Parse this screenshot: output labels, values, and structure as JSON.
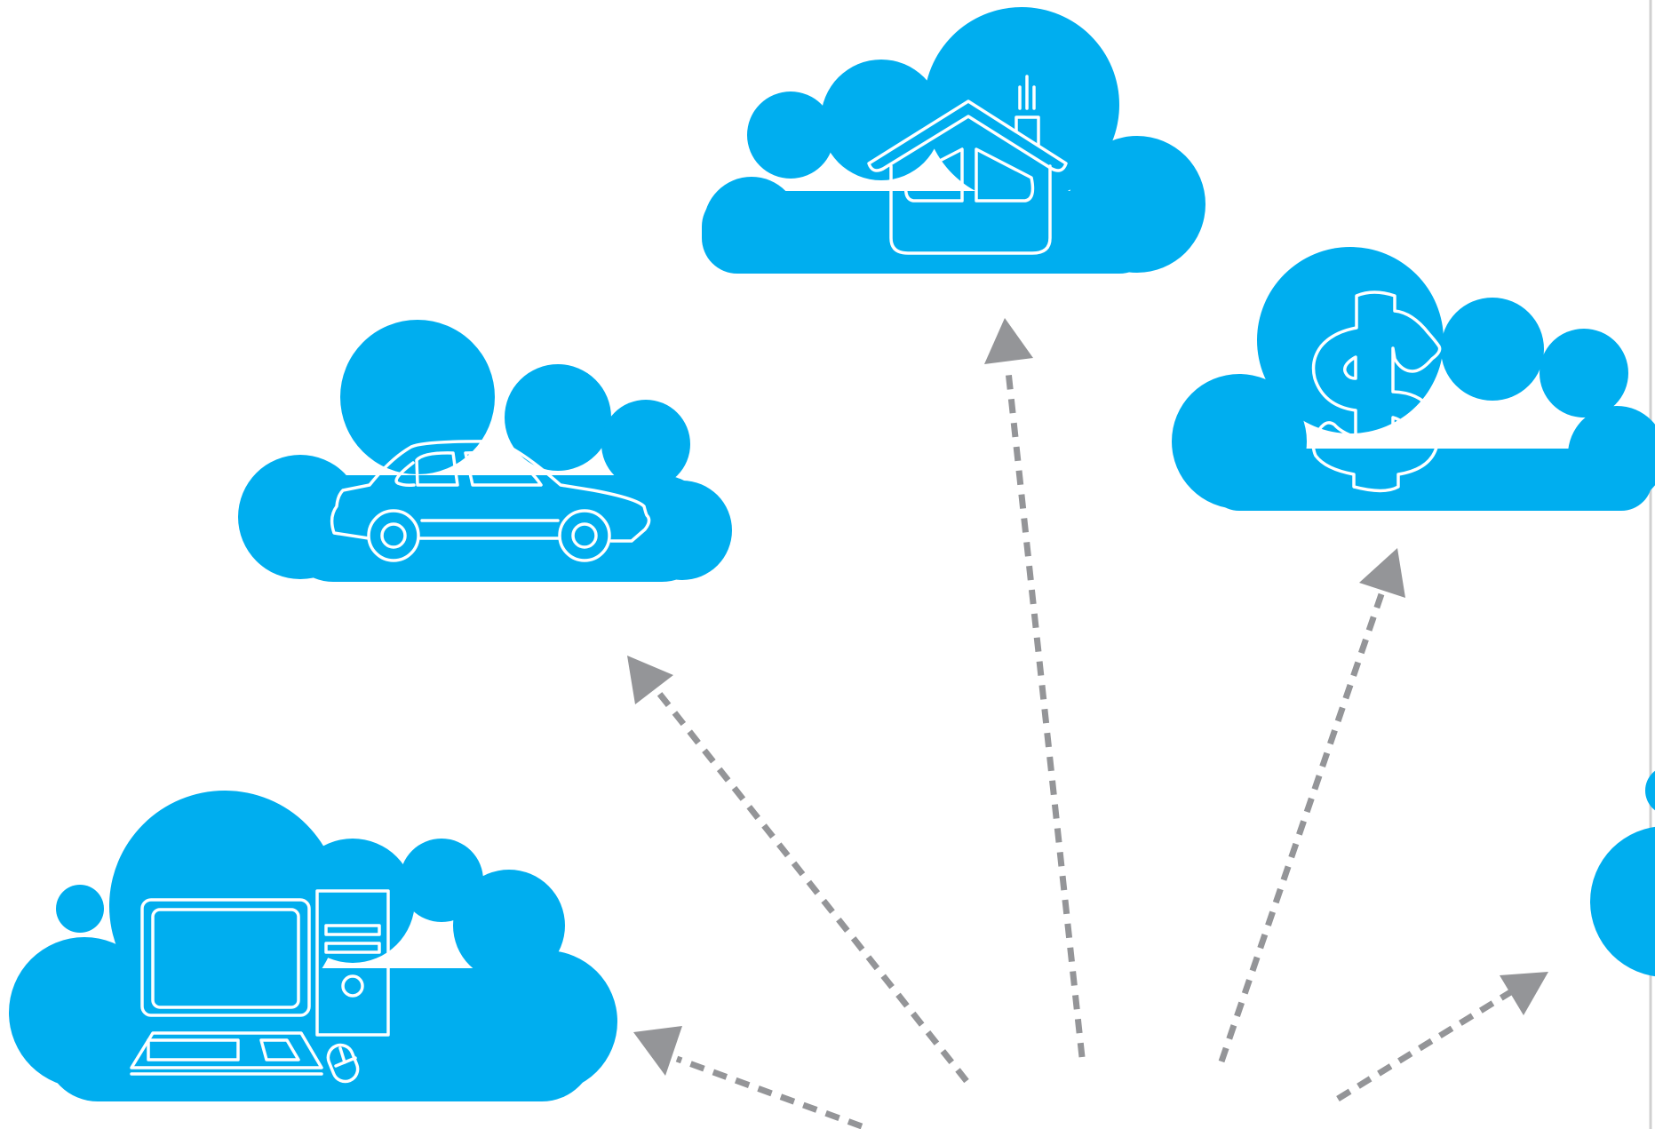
{
  "colors": {
    "cloud": "#00aeef",
    "line_art": "#ffffff",
    "arrow": "#949598",
    "background": "#ffffff"
  },
  "clouds": [
    {
      "id": "house",
      "icon": "house-icon"
    },
    {
      "id": "car",
      "icon": "car-icon"
    },
    {
      "id": "money",
      "icon": "dollar-icon"
    },
    {
      "id": "computer",
      "icon": "computer-icon"
    },
    {
      "id": "partial-right",
      "icon": ""
    }
  ],
  "arrows": [
    {
      "from": "center",
      "to": "computer"
    },
    {
      "from": "center",
      "to": "car"
    },
    {
      "from": "center",
      "to": "house"
    },
    {
      "from": "center",
      "to": "money"
    },
    {
      "from": "center",
      "to": "partial-right"
    }
  ]
}
